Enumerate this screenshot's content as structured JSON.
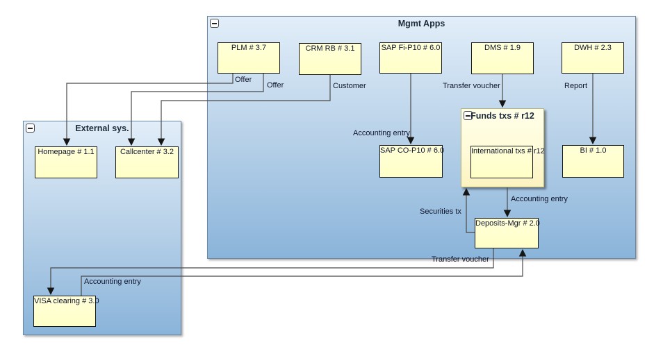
{
  "diagram": {
    "tool_hint": "system-architecture diagram",
    "colors": {
      "container_fill_top": "#e2eef9",
      "container_fill_bottom": "#8ab4da",
      "container_border": "#6e87a3",
      "funds_fill_top": "#ffffe9",
      "funds_fill_bottom": "#fbf3c0",
      "node_fill": "#ffffcc",
      "node_border": "#161616",
      "edge_color": "#4a4a4a",
      "text_color": "#10142c"
    }
  },
  "containers": [
    {
      "id": "mgmt",
      "title": "Mgmt Apps",
      "collapsed": false
    },
    {
      "id": "external",
      "title": "External sys.",
      "collapsed": false
    },
    {
      "id": "funds",
      "title": "Funds txs # r12",
      "collapsed": false
    }
  ],
  "nodes": [
    {
      "id": "plm",
      "label": "PLM # 3.7"
    },
    {
      "id": "crm",
      "label": "CRM RB # 3.1"
    },
    {
      "id": "sapfi",
      "label": "SAP Fi-P10 # 6.0"
    },
    {
      "id": "dms",
      "label": "DMS # 1.9"
    },
    {
      "id": "dwh",
      "label": "DWH # 2.3"
    },
    {
      "id": "sapco",
      "label": "SAP CO-P10 # 6.0"
    },
    {
      "id": "intl",
      "label": "International txs # r12"
    },
    {
      "id": "bi",
      "label": "BI # 1.0"
    },
    {
      "id": "deposits",
      "label": "Deposits-Mgr # 2.0"
    },
    {
      "id": "homepage",
      "label": "Homepage # 1.1"
    },
    {
      "id": "callcenter",
      "label": "Callcenter # 3.2"
    },
    {
      "id": "visa",
      "label": "VISA clearing # 3.0"
    }
  ],
  "edges": [
    {
      "from": "PLM # 3.7",
      "to": "Homepage # 1.1",
      "label": "Offer"
    },
    {
      "from": "PLM # 3.7",
      "to": "Callcenter # 3.2",
      "label": "Offer"
    },
    {
      "from": "CRM RB # 3.1",
      "to": "Callcenter # 3.2",
      "label": "Customer"
    },
    {
      "from": "SAP Fi-P10 # 6.0",
      "to": "SAP CO-P10 # 6.0",
      "label": "Accounting entry"
    },
    {
      "from": "DMS # 1.9",
      "to": "Funds txs # r12",
      "label": "Transfer voucher"
    },
    {
      "from": "DWH # 2.3",
      "to": "BI # 1.0",
      "label": "Report"
    },
    {
      "from": "Funds txs # r12",
      "to": "Deposits-Mgr # 2.0",
      "label": "Accounting entry"
    },
    {
      "from": "Deposits-Mgr # 2.0",
      "to": "Funds txs # r12",
      "label": "Securities tx"
    },
    {
      "from": "Deposits-Mgr # 2.0",
      "to": "VISA clearing # 3.0",
      "label": "Transfer voucher"
    },
    {
      "from": "VISA clearing # 3.0",
      "to": "Deposits-Mgr # 2.0",
      "label": "Accounting entry"
    }
  ]
}
